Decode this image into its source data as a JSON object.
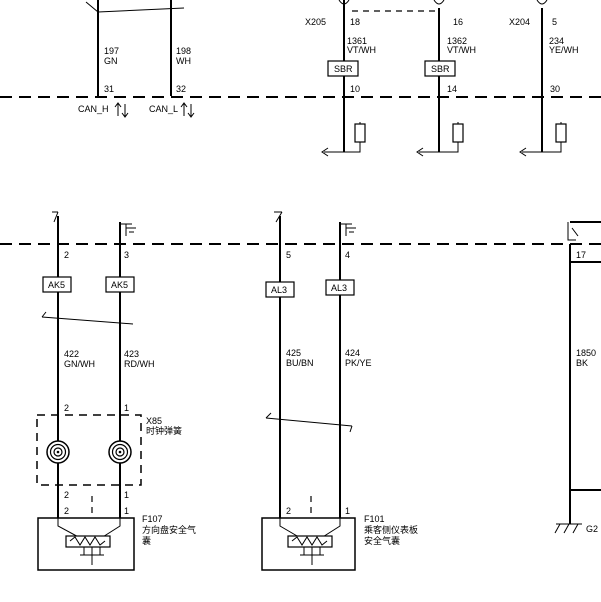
{
  "top_section": {
    "can_h": {
      "wire_num": "197",
      "wire_color": "GN",
      "pin": "31",
      "label": "CAN_H"
    },
    "can_l": {
      "wire_num": "198",
      "wire_color": "WH",
      "pin": "32",
      "label": "CAN_L"
    },
    "x205": {
      "connector": "X205",
      "left": {
        "pin_top": "18",
        "wire_num": "1361",
        "wire_color": "VT/WH",
        "splice": "SBR",
        "pin_bottom": "10"
      },
      "right": {
        "pin_top": "16",
        "wire_num": "1362",
        "wire_color": "VT/WH",
        "splice": "SBR",
        "pin_bottom": "14"
      }
    },
    "x204": {
      "connector": "X204",
      "pin_top": "5",
      "wire_num": "234",
      "wire_color": "YE/WH",
      "pin_bottom": "30"
    }
  },
  "bottom_left": {
    "pins_top": [
      "2",
      "3"
    ],
    "splices": [
      "AK5",
      "AK5"
    ],
    "wires": [
      {
        "wire_num": "422",
        "wire_color": "GN/WH"
      },
      {
        "wire_num": "423",
        "wire_color": "RD/WH"
      }
    ],
    "clock_spring": {
      "connector": "X85",
      "name": "时钟弹簧",
      "pins": [
        "2",
        "1"
      ],
      "pins_below": [
        "2",
        "1"
      ]
    },
    "airbag": {
      "connector": "F107",
      "name_line1": "方向盘安全气",
      "name_line2": "囊",
      "pins": [
        "2",
        "1"
      ]
    }
  },
  "bottom_middle": {
    "pins_top": [
      "5",
      "4"
    ],
    "splices": [
      "AL3",
      "AL3"
    ],
    "wires": [
      {
        "wire_num": "425",
        "wire_color": "BU/BN"
      },
      {
        "wire_num": "424",
        "wire_color": "PK/YE"
      }
    ],
    "airbag": {
      "connector": "F101",
      "name_line1": "乘客侧仪表板",
      "name_line2": "安全气囊",
      "pins": [
        "2",
        "1"
      ]
    }
  },
  "bottom_right": {
    "pin_top": "17",
    "wire_num": "1850",
    "wire_color": "BK",
    "ground": "G2"
  }
}
